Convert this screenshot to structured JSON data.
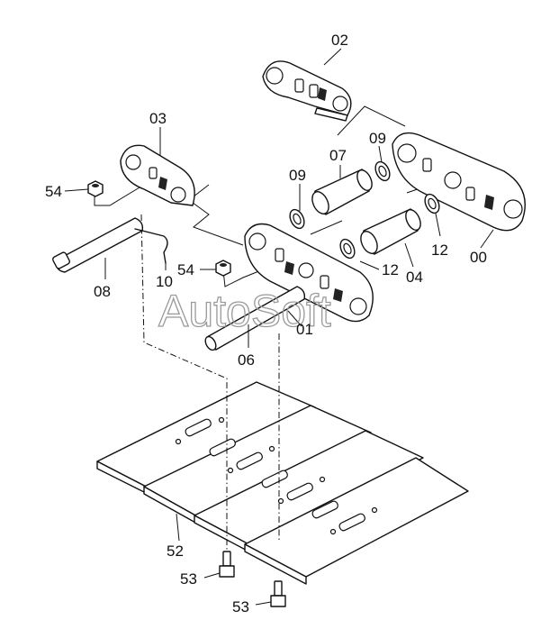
{
  "labels": {
    "p02": "02",
    "p03": "03",
    "p09a": "09",
    "p07": "07",
    "p09b": "09",
    "p00": "00",
    "p12a": "12",
    "p54a": "54",
    "p08": "08",
    "p10": "10",
    "p54b": "54",
    "p12b": "12",
    "p04": "04",
    "p01": "01",
    "p06": "06",
    "p52": "52",
    "p53a": "53",
    "p53b": "53"
  },
  "watermark": "AutoSoft"
}
